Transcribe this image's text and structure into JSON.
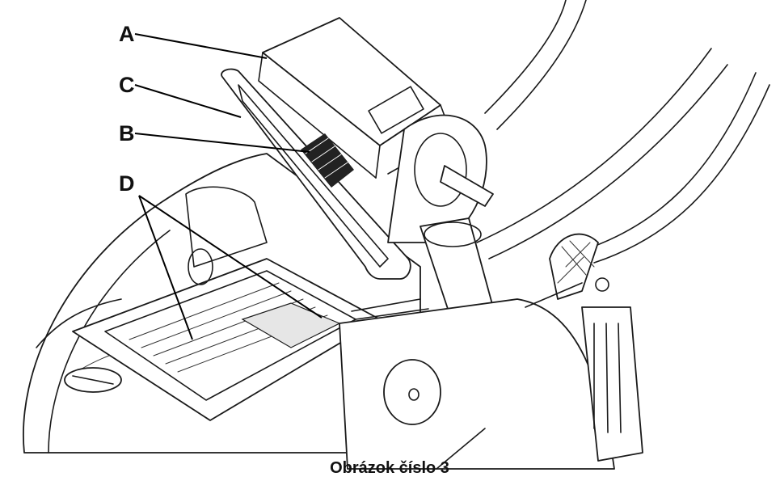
{
  "labels": {
    "a": "A",
    "b": "B",
    "c": "C",
    "d": "D"
  },
  "caption": "Obrázok číslo 3",
  "colors": {
    "ink": "#1a1a1a",
    "background": "#ffffff",
    "filter_mesh": "#222222"
  }
}
